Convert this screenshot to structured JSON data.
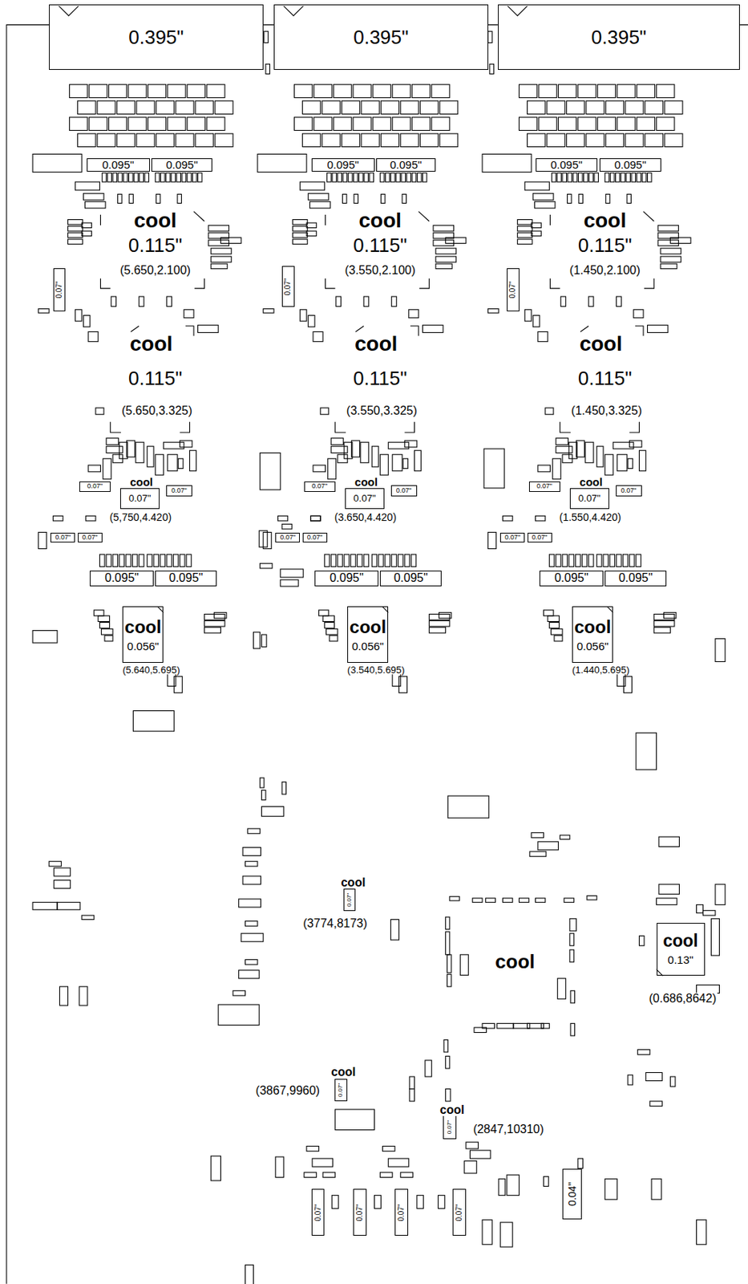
{
  "diagram": {
    "nodes": [
      {
        "text": [
          "0.395\""
        ]
      },
      {
        "text": [
          "0.395\""
        ]
      },
      {
        "text": [
          "0.395\""
        ]
      },
      {
        "text": [
          "0.095\""
        ]
      },
      {
        "text": [
          "0.095\""
        ]
      },
      {
        "text": [
          "0.095\""
        ]
      },
      {
        "text": [
          "0.095\""
        ]
      },
      {
        "text": [
          "0.095\""
        ]
      },
      {
        "text": [
          "0.095\""
        ]
      },
      {
        "text": [
          "0.07\""
        ]
      },
      {
        "text": [
          "0.07\""
        ]
      },
      {
        "text": [
          "0.07\""
        ]
      },
      {
        "text": [
          "0.07\""
        ]
      },
      {
        "text": [
          "0.07\""
        ]
      },
      {
        "text": [
          "0.07\""
        ]
      },
      {
        "text": [
          "0.07\""
        ]
      },
      {
        "text": [
          "0.07\""
        ]
      },
      {
        "text": [
          "0.07\""
        ]
      },
      {
        "text": [
          "0.07\""
        ]
      },
      {
        "text": [
          "0.07\""
        ]
      },
      {
        "text": [
          "0.07\""
        ]
      },
      {
        "text": [
          "0.07\""
        ]
      },
      {
        "text": [
          "0.07\""
        ]
      },
      {
        "text": [
          "0.07\""
        ]
      },
      {
        "text": [
          "0.07\""
        ]
      },
      {
        "text": [
          "0.07\""
        ]
      },
      {
        "text": [
          "0.07\""
        ]
      },
      {
        "text": [
          "0.095\""
        ]
      },
      {
        "text": [
          "0.095\""
        ]
      },
      {
        "text": [
          "0.095\""
        ]
      },
      {
        "text": [
          "0.095\""
        ]
      },
      {
        "text": [
          "0.095\""
        ]
      },
      {
        "text": [
          "0.095\""
        ]
      },
      {
        "text": [
          "cool",
          "0.056\""
        ]
      },
      {
        "text": [
          "cool",
          "0.056\""
        ]
      },
      {
        "text": [
          "cool",
          "0.056\""
        ]
      },
      {
        "text": [
          "0.07\""
        ]
      },
      {
        "text": [
          "cool",
          "0.13\""
        ]
      },
      {
        "text": [
          "0.07\""
        ]
      },
      {
        "text": [
          "0.07\""
        ]
      },
      {
        "text": [
          "0.04\""
        ]
      },
      {
        "text": [
          "0.07\""
        ]
      },
      {
        "text": [
          "0.07\""
        ]
      },
      {
        "text": [
          "0.07\""
        ]
      },
      {
        "text": [
          "0.07\""
        ]
      }
    ],
    "labels": [
      "cool",
      "0.115\"",
      "(5.650,2.100)",
      "cool",
      "0.115\"",
      "(5.650,3.325)",
      "cool",
      "(5,750,4.420)",
      "(5.640,5.695)",
      "cool",
      "0.115\"",
      "(3.550,2.100)",
      "cool",
      "0.115\"",
      "(3.550,3.325)",
      "cool",
      "(3.650,4.420)",
      "(3.540,5.695)",
      "cool",
      "0.115\"",
      "(1.450,2.100)",
      "cool",
      "0.115\"",
      "(1.450,3.325)",
      "cool",
      "(1.550,4.420)",
      "(1.440,5.695)",
      "cool",
      "(3774,8173)",
      "cool",
      "(0.686,8642)",
      "cool",
      "(3867,9960)",
      "cool",
      "(2847,10310)"
    ]
  }
}
